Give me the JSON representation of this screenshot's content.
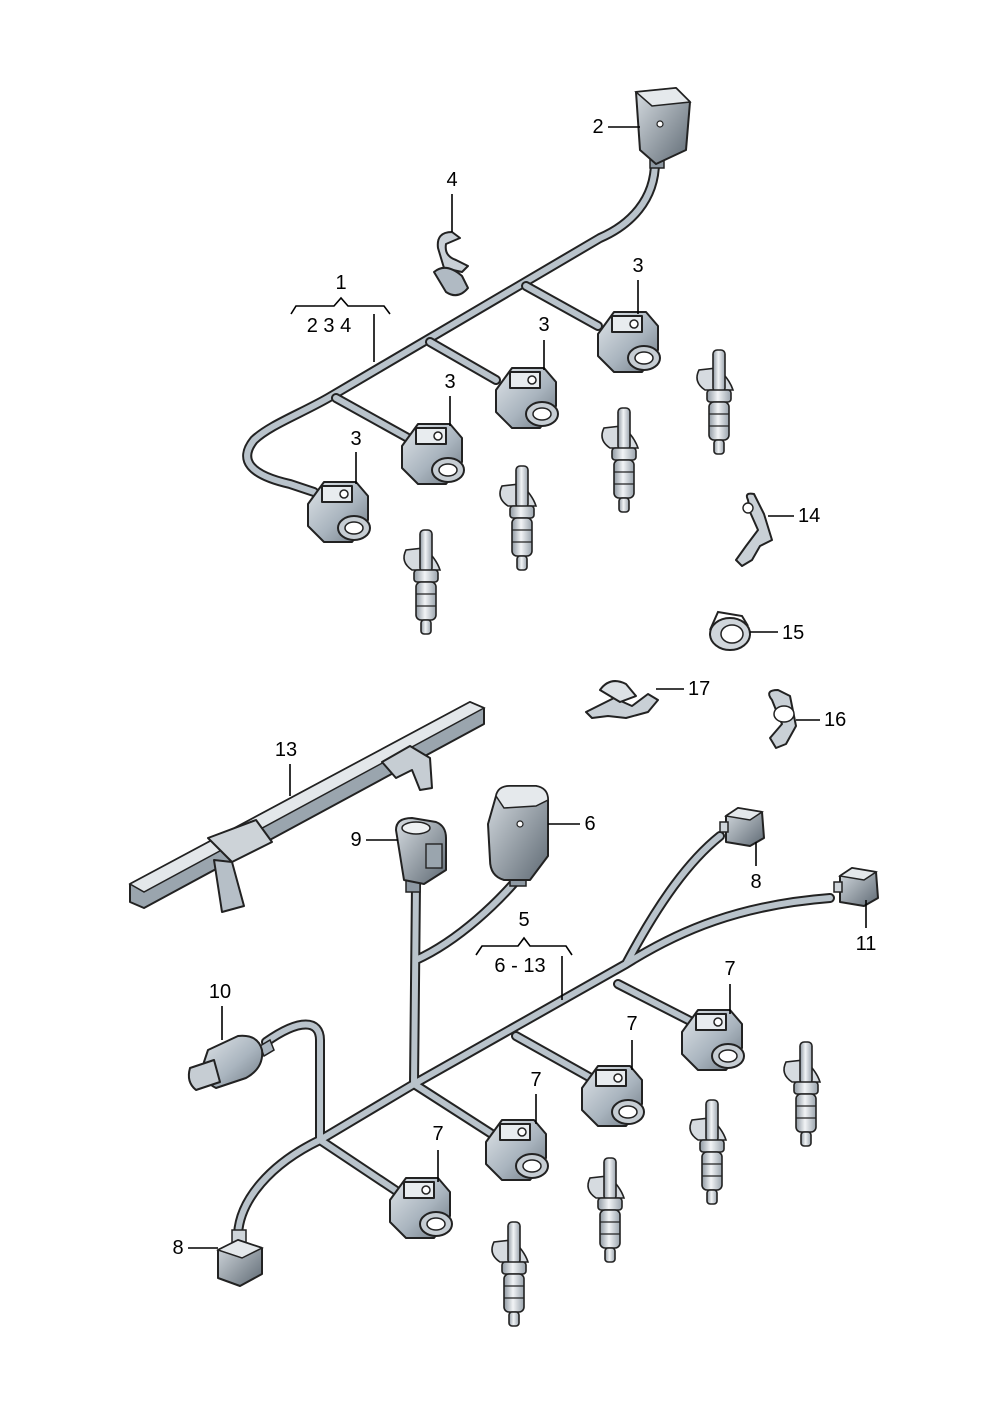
{
  "labels": {
    "l1": "1",
    "l1_sub": "2 3 4",
    "l2": "2",
    "l3": "3",
    "l4": "4",
    "l5": "5",
    "l5_sub": "6 - 13",
    "l6": "6",
    "l7": "7",
    "l8": "8",
    "l9": "9",
    "l10": "10",
    "l11": "11",
    "l13": "13",
    "l14": "14",
    "l15": "15",
    "l16": "16",
    "l17": "17"
  },
  "colors": {
    "harness_dark": "#2a2a2a",
    "harness_fill": "#b9c3cb",
    "part_fill": "#aab5bf",
    "part_light": "#e6e9ec",
    "part_dark": "#6f7a84"
  }
}
